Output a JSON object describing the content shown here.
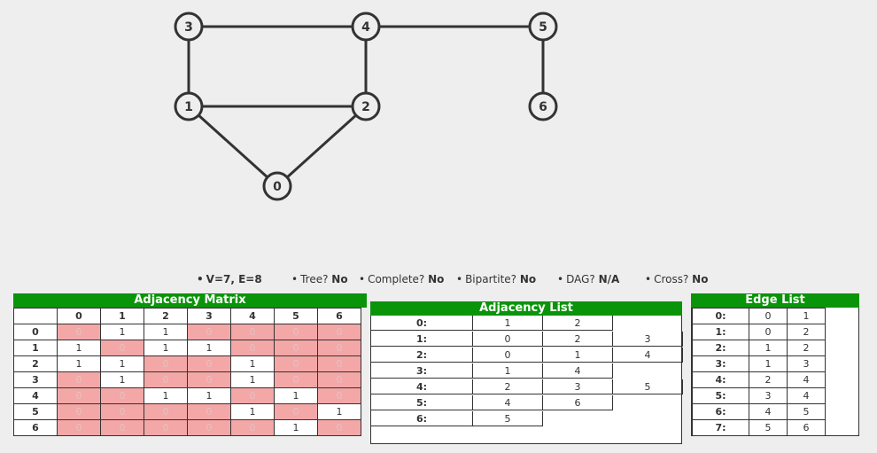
{
  "graph": {
    "nodes": [
      {
        "id": "0",
        "label": "0"
      },
      {
        "id": "1",
        "label": "1"
      },
      {
        "id": "2",
        "label": "2"
      },
      {
        "id": "3",
        "label": "3"
      },
      {
        "id": "4",
        "label": "4"
      },
      {
        "id": "5",
        "label": "5"
      },
      {
        "id": "6",
        "label": "6"
      }
    ],
    "edges": [
      [
        "0",
        "1"
      ],
      [
        "0",
        "2"
      ],
      [
        "1",
        "2"
      ],
      [
        "1",
        "3"
      ],
      [
        "2",
        "4"
      ],
      [
        "3",
        "4"
      ],
      [
        "4",
        "5"
      ],
      [
        "5",
        "6"
      ]
    ]
  },
  "properties": {
    "ve": "V=7, E=8",
    "tree_label": "Tree?",
    "tree_value": "No",
    "complete_label": "Complete?",
    "complete_value": "No",
    "bipartite_label": "Bipartite?",
    "bipartite_value": "No",
    "dag_label": "DAG?",
    "dag_value": "N/A",
    "cross_label": "Cross?",
    "cross_value": "No"
  },
  "matrix": {
    "title": "Adjacency Matrix",
    "headers": [
      "0",
      "1",
      "2",
      "3",
      "4",
      "5",
      "6"
    ],
    "rows": [
      [
        "0",
        "1",
        "1",
        "0",
        "0",
        "0",
        "0"
      ],
      [
        "1",
        "0",
        "1",
        "1",
        "0",
        "0",
        "0"
      ],
      [
        "1",
        "1",
        "0",
        "0",
        "1",
        "0",
        "0"
      ],
      [
        "0",
        "1",
        "0",
        "0",
        "1",
        "0",
        "0"
      ],
      [
        "0",
        "0",
        "1",
        "1",
        "0",
        "1",
        "0"
      ],
      [
        "0",
        "0",
        "0",
        "0",
        "1",
        "0",
        "1"
      ],
      [
        "0",
        "0",
        "0",
        "0",
        "0",
        "1",
        "0"
      ]
    ]
  },
  "adjacency_list": {
    "title": "Adjacency List",
    "rows": [
      {
        "key": "0:",
        "values": [
          "1",
          "2"
        ]
      },
      {
        "key": "1:",
        "values": [
          "0",
          "2",
          "3"
        ]
      },
      {
        "key": "2:",
        "values": [
          "0",
          "1",
          "4"
        ]
      },
      {
        "key": "3:",
        "values": [
          "1",
          "4"
        ]
      },
      {
        "key": "4:",
        "values": [
          "2",
          "3",
          "5"
        ]
      },
      {
        "key": "5:",
        "values": [
          "4",
          "6"
        ]
      },
      {
        "key": "6:",
        "values": [
          "5"
        ]
      }
    ]
  },
  "edge_list": {
    "title": "Edge List",
    "rows": [
      {
        "key": "0:",
        "u": "0",
        "v": "1"
      },
      {
        "key": "1:",
        "u": "0",
        "v": "2"
      },
      {
        "key": "2:",
        "u": "1",
        "v": "2"
      },
      {
        "key": "3:",
        "u": "1",
        "v": "3"
      },
      {
        "key": "4:",
        "u": "2",
        "v": "4"
      },
      {
        "key": "5:",
        "u": "3",
        "v": "4"
      },
      {
        "key": "6:",
        "u": "4",
        "v": "5"
      },
      {
        "key": "7:",
        "u": "5",
        "v": "6"
      }
    ]
  }
}
